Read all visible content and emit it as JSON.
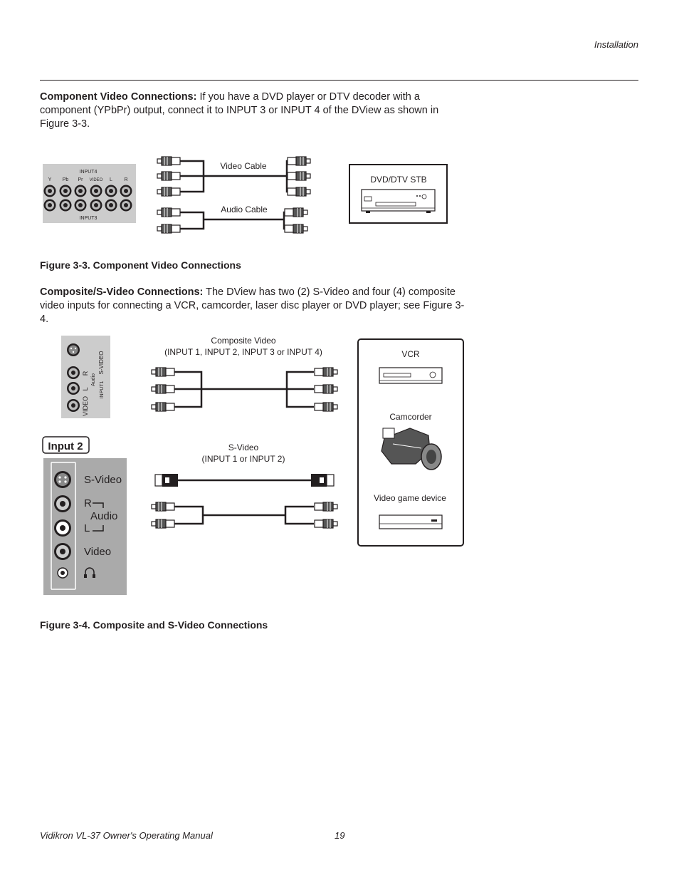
{
  "header": {
    "section": "Installation"
  },
  "sections": [
    {
      "heading": "Component Video Connections:",
      "text": " If you have a DVD player or DTV decoder with a component (YPbPr) output, connect it to INPUT 3 or INPUT 4 of the DView as shown in Figure 3-3."
    },
    {
      "heading": "Composite/S-Video Connections:",
      "text": " The DView has two (2) S-Video and four (4) composite video inputs for connecting a VCR, camcorder, laser disc player or DVD player; see Figure 3-4."
    }
  ],
  "figure3": {
    "caption": "Figure 3-3. Component Video Connections",
    "panel_top_label": "INPUT4",
    "panel_bottom_label": "INPUT3",
    "panel_columns": [
      "Y",
      "Pb",
      "Pr",
      "VIDEO",
      "L",
      "R"
    ],
    "video_cable_label": "Video Cable",
    "audio_cable_label": "Audio Cable",
    "device_label": "DVD/DTV STB"
  },
  "figure4": {
    "caption": "Figure 3-4. Composite and S-Video Connections",
    "panel1_labels": {
      "svideo": "S-VIDEO",
      "r": "R",
      "l": "L",
      "audio": "Audio",
      "video": "VIDEO",
      "input": "INPUT1"
    },
    "composite_label_line1": "Composite Video",
    "composite_label_line2": "(INPUT 1, INPUT 2, INPUT 3 or INPUT 4)",
    "svideo_label_line1": "S-Video",
    "svideo_label_line2": "(INPUT 1 or INPUT 2)",
    "input2_badge": "Input  2",
    "input2_labels": {
      "svideo": "S-Video",
      "r": "R",
      "audio": "Audio",
      "l": "L",
      "video": "Video"
    },
    "devices": [
      "VCR",
      "Camcorder",
      "Video game device"
    ]
  },
  "footer": {
    "manual": "Vidikron VL-37 Owner's Operating Manual",
    "page": "19"
  }
}
